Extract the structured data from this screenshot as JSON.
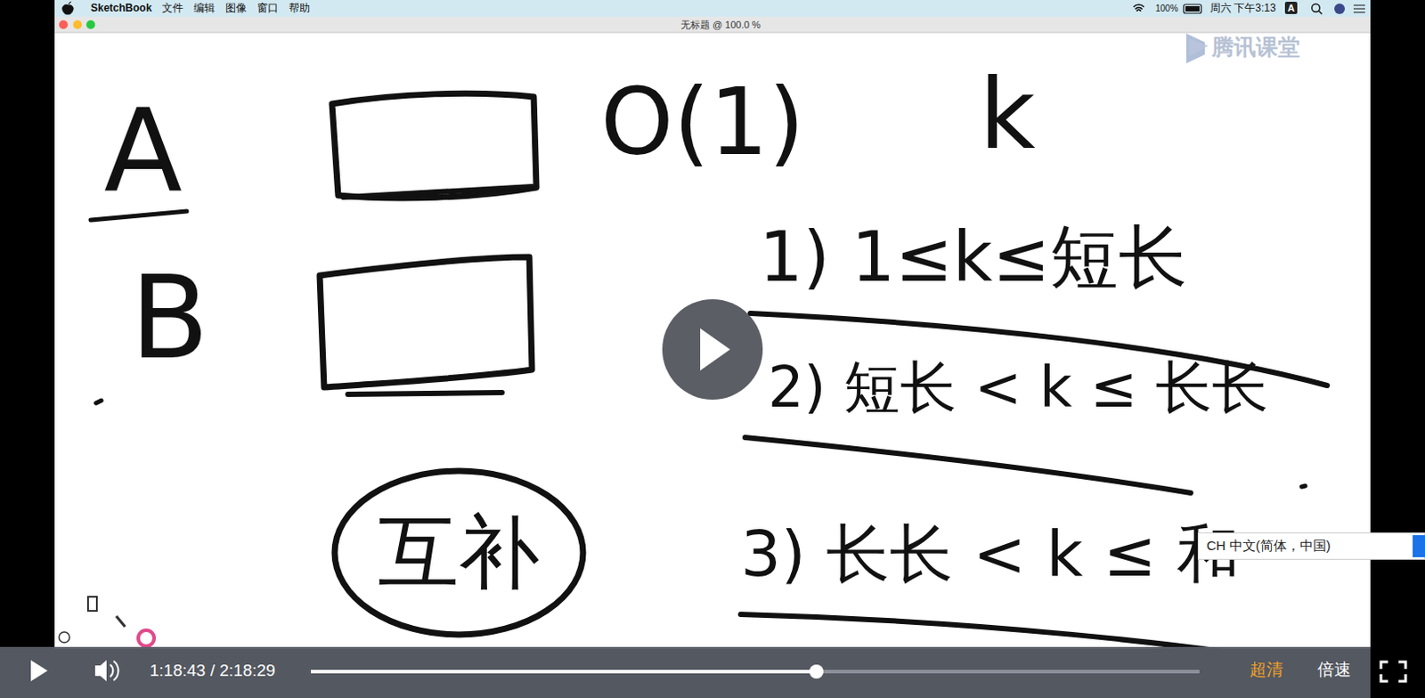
{
  "diagram": {
    "nodes": [
      {
        "text": [
          "互补"
        ]
      },
      {
        "text": [
          "CH 中文(简体，中国)"
        ]
      }
    ],
    "labels": [
      "SketchBook",
      "文件",
      "编辑",
      "图像",
      "窗口",
      "帮助",
      "100%",
      "周六 下午3:13",
      "A",
      "无标题 @ 100.0 %",
      "腾讯课堂",
      "A",
      "B",
      "O(1)",
      "k",
      "1) 1≤k≤短长",
      "2) 短长 < k ≤ 长长",
      "3) 长长 < k ≤ 和",
      "1:18:43 / 2:18:29",
      "超清",
      "倍速"
    ]
  }
}
